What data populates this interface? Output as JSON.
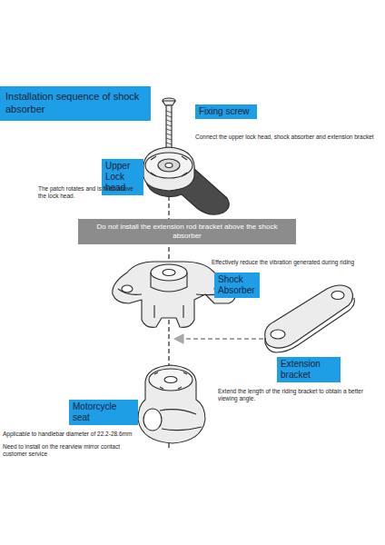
{
  "diagram": {
    "title": "Installation sequence of shock absorber",
    "nodes": [
      {
        "text": [
          "Fixing screw"
        ]
      },
      {
        "text": [
          "Upper Lock head"
        ]
      },
      {
        "text": [
          "Do not install the extension rod bracket above the shock absorber"
        ]
      },
      {
        "text": [
          "Shock Absorber"
        ]
      },
      {
        "text": [
          "Extension bracket"
        ]
      },
      {
        "text": [
          "Motorcycle seat"
        ]
      }
    ],
    "labels": [
      "Connect the upper lock head, shock absorber and extension bracket",
      "The patch rotates and is fixed above the lock head.",
      "Effectively reduce the vibration generated during riding",
      "Extend the length of the riding bracket to obtain a better viewing angle.",
      "Applicable to handlebar diameter of 22.2-28.6mm",
      "Need to install on the rearview mirror contact customer service"
    ]
  }
}
